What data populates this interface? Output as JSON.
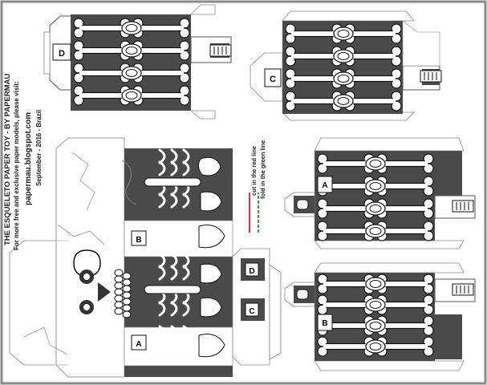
{
  "credit": {
    "title": "THE ESQUELETO PAPER TOY - BY PAPERMAU",
    "line2": "For more free and exclusive paper models, please visit:",
    "url": "papermau.blogspot.com",
    "date": "September - 2016 - Brazil"
  },
  "legend": {
    "cut": "cut in the red line",
    "fold": "fold in the green line",
    "cut_color": "#e03030",
    "fold_color": "#2fa83a"
  },
  "tab_labels": {
    "A": "A",
    "B": "B",
    "C": "C",
    "D": "D"
  },
  "colors": {
    "frame": "#8a8a8a",
    "print": "#4a4a4a",
    "paper": "#ffffff",
    "ink": "#111111"
  }
}
